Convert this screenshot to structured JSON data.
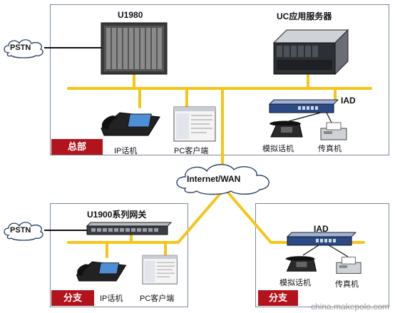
{
  "headquarters": {
    "tag": "总部",
    "pbx_label": "U1980",
    "server_label": "UC应用服务器",
    "iad_label": "IAD",
    "ip_phone_label": "IP话机",
    "pc_client_label": "PC客户端",
    "analog_phone_label": "模拟话机",
    "fax_label": "传真机"
  },
  "pstn_label": "PSTN",
  "network_label": "Internet/WAN",
  "branch1": {
    "tag": "分支",
    "gateway_label": "U1900系列网关",
    "ip_phone_label": "IP话机",
    "pc_client_label": "PC客户端"
  },
  "branch2": {
    "tag": "分支",
    "iad_label": "IAD",
    "analog_phone_label": "模拟话机",
    "fax_label": "传真机"
  },
  "watermark": "china.makepolo.com",
  "colors": {
    "bus": "#f5c518",
    "tag_bg": "#b3141b",
    "box_border": "#7a8aa0"
  }
}
